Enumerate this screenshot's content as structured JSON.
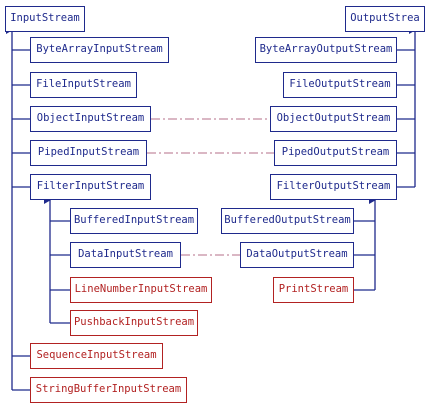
{
  "colors": {
    "stream": "#1f2a8c",
    "highlight": "#b22222",
    "link": "#b46f8a"
  },
  "input": {
    "root": "InputStream",
    "byte_array": "ByteArrayInputStream",
    "file": "FileInputStream",
    "object": "ObjectInputStream",
    "piped": "PipedInputStream",
    "filter": "FilterInputStream",
    "buffered": "BufferedInputStream",
    "data": "DataInputStream",
    "line_number": "LineNumberInputStream",
    "pushback": "PushbackInputStream",
    "sequence": "SequenceInputStream",
    "string_buffer": "StringBufferInputStream"
  },
  "output": {
    "root": "OutputStrea",
    "byte_array": "ByteArrayOutputStream",
    "file": "FileOutputStream",
    "object": "ObjectOutputStream",
    "piped": "PipedOutputStream",
    "filter": "FilterOutputStream",
    "buffered": "BufferedOutputStream",
    "data": "DataOutputStream",
    "print": "PrintStream"
  }
}
